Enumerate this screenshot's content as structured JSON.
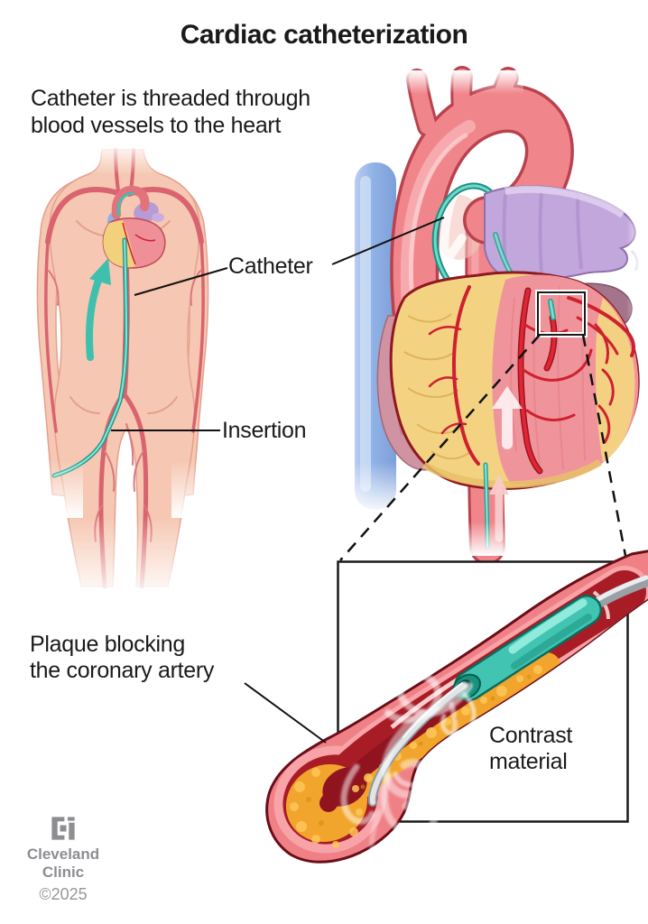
{
  "title": "Cardiac catheterization",
  "subtitle": {
    "line1": "Catheter is threaded through",
    "line2": "blood vessels to the heart"
  },
  "labels": {
    "catheter": "Catheter",
    "insertion": "Insertion",
    "plaque_line1": "Plaque blocking",
    "plaque_line2": "the coronary artery",
    "contrast_line1": "Contrast",
    "contrast_line2": "material"
  },
  "footer": {
    "logo_icon": "cleveland-clinic-logo",
    "brand_line1": "Cleveland",
    "brand_line2": "Clinic",
    "copyright": "©2025"
  },
  "colors": {
    "background": "#ffffff",
    "text": "#1a1a1a",
    "skin": "#f6c7b2",
    "artery_red": "#d9636e",
    "bright_red": "#cf2030",
    "catheter_teal": "#3fbfae",
    "heart_muscle_pink": "#f0949b",
    "fat_yellow": "#f3d382",
    "plaque_orange": "#f2a52c",
    "lumen_dark_red": "#a81c26",
    "vein_blue": "#8fb2e6",
    "pulmonary_purple": "#c2a7dc",
    "appendage_mauve": "#a4748b",
    "guide_wire_gray": "#e0e4e6",
    "brand_gray": "#8d8d92"
  }
}
